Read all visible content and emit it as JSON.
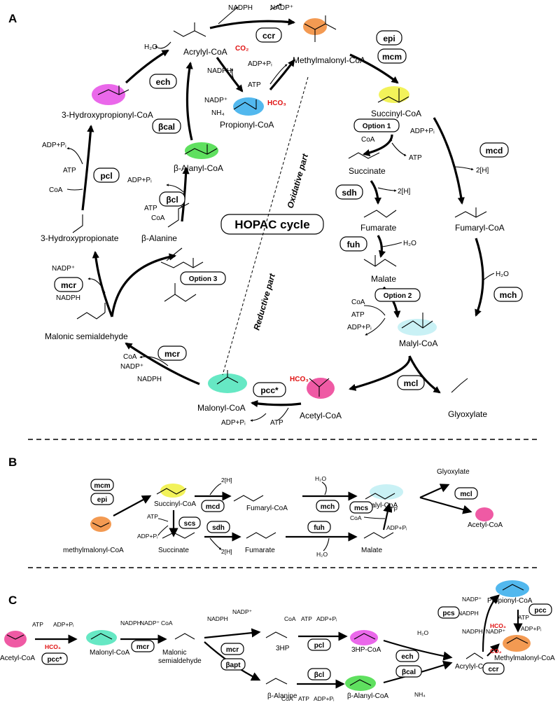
{
  "colors": {
    "orange": "#f39a52",
    "yellow": "#f2f25a",
    "magenta": "#ea68ea",
    "cyan": "#c9f1f5",
    "green": "#5fe05f",
    "blue": "#52b8ee",
    "pink": "#ef5aa4",
    "teal": "#66e8c4",
    "red": "#e01010"
  },
  "panel_labels": {
    "a": "A",
    "b": "B",
    "c": "C"
  },
  "panel_a": {
    "title": "HOPAC cycle",
    "oxidative": "Oxidative part",
    "reductive": "Reductive part",
    "compounds": {
      "acrylyl": "Acrylyl-CoA",
      "methylmalonyl": "Methylmalonyl-CoA",
      "succinyl": "Succinyl-CoA",
      "succinate": "Succinate",
      "fumarate": "Fumarate",
      "fumaryl": "Fumaryl-CoA",
      "malate": "Malate",
      "malyl": "Malyl-CoA",
      "glyoxylate": "Glyoxylate",
      "acetyl": "Acetyl-CoA",
      "malonyl": "Malonyl-CoA",
      "malonic": "Malonic semialdehyde",
      "hp": "3-Hydroxypropionate",
      "hpcoa": "3-Hydroxypropionyl-CoA",
      "propionyl": "Propionyl-CoA",
      "alanylcoa": "β-Alanyl-CoA",
      "alanine": "β-Alanine"
    },
    "enzymes": {
      "ccr": "ccr",
      "epi": "epi",
      "mcm": "mcm",
      "mcd": "mcd",
      "sdh": "sdh",
      "fuh": "fuh",
      "mch": "mch",
      "mcl": "mcl",
      "pcc": "pcc*",
      "mcr": "mcr",
      "mcr2": "mcr",
      "pcl": "pcl",
      "ech": "ech",
      "bcal": "βcal",
      "bcl": "βcl"
    },
    "options": {
      "o1": "Option 1",
      "o2": "Option 2",
      "o3": "Option 3"
    },
    "cof": {
      "nadph": "NADPH",
      "nadp": "NADP⁺",
      "co2": "CO₂",
      "hco3": "HCO₃",
      "h2o": "H₂O",
      "atp": "ATP",
      "coa": "CoA",
      "adp": "ADP+Pᵢ",
      "h2": "2[H]",
      "nh4": "NH₄"
    }
  },
  "panel_b": {
    "compounds": {
      "methylmalonyl": "methylmalonyl-CoA",
      "succinyl": "Succinyl-CoA",
      "fumaryl": "Fumaryl-CoA",
      "malyl": "Malyl-CoA",
      "glyoxylate": "Glyoxylate",
      "acetyl": "Acetyl-CoA",
      "succinate": "Succinate",
      "fumarate": "Fumarate",
      "malate": "Malate"
    },
    "enzymes": {
      "mcm": "mcm",
      "epi": "epi",
      "mcd": "mcd",
      "mch": "mch",
      "mcl": "mcl",
      "scs": "scs",
      "sdh": "sdh",
      "fuh": "fuh",
      "mcs": "mcs"
    }
  },
  "panel_c": {
    "compounds": {
      "acetyl": "Acetyl-CoA",
      "malonyl": "Malonyl-CoA",
      "malonic1": "Malonic",
      "malonic2": "semialdehyde",
      "hp3": "3HP",
      "hpcoa": "3HP-CoA",
      "acrylyl": "Acrylyl-CoA",
      "propionyl": "Propionyl-CoA",
      "methylmalonyl": "Methylmalonyl-CoA",
      "alanine": "β-Alanine",
      "alanylcoa": "β-Alanyl-CoA"
    },
    "enzymes": {
      "pcc1": "pcc*",
      "mcr": "mcr",
      "mcr2": "mcr",
      "bapt": "βapt",
      "pcl": "pcl",
      "bcl": "βcl",
      "ech": "ech",
      "bcal": "βcal",
      "pcs": "pcs",
      "pcc": "pcc",
      "ccr": "ccr"
    }
  }
}
